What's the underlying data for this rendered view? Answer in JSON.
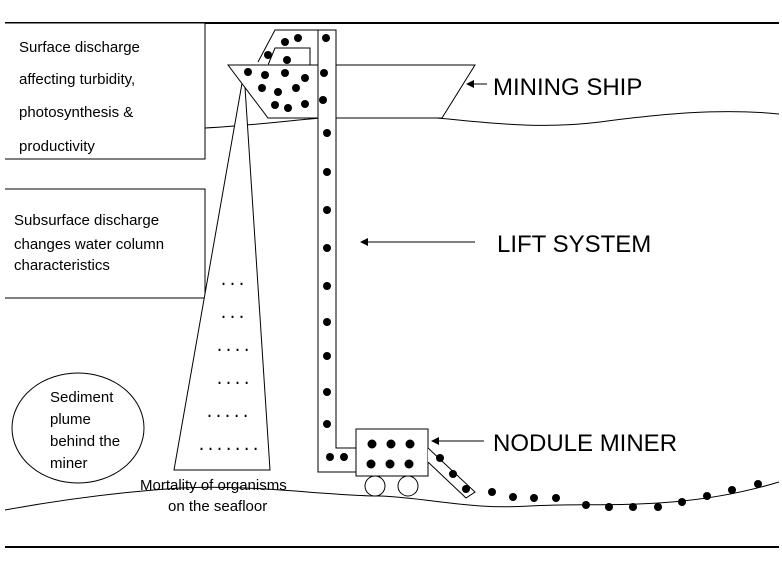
{
  "labels": {
    "mining_ship": "MINING SHIP",
    "lift_system": "LIFT SYSTEM",
    "nodule_miner": "NODULE MINER"
  },
  "annotations": {
    "surface_discharge": [
      "Surface discharge",
      "affecting turbidity,",
      "photosynthesis &",
      "productivity"
    ],
    "subsurface_discharge": [
      "Subsurface discharge",
      "changes water column",
      "characteristics"
    ],
    "sediment_plume": [
      "Sediment",
      "plume",
      "behind the",
      "miner"
    ],
    "mortality": [
      "Mortality of organisms",
      "on the seafloor"
    ]
  },
  "plume_dots": [
    "...",
    "...",
    "....",
    "....",
    ".....",
    "......."
  ],
  "colors": {
    "line": "#000000",
    "background": "#ffffff"
  }
}
